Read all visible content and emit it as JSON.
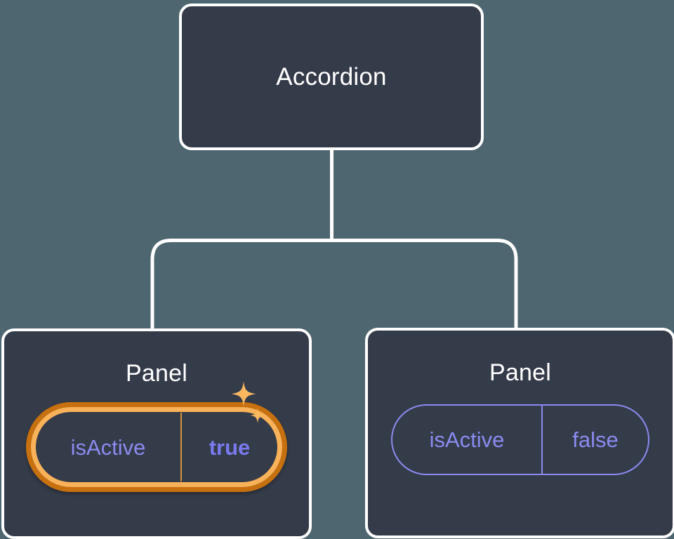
{
  "diagram": {
    "type": "component-tree",
    "background_color": "#4d6670",
    "node_fill_color": "#343b49",
    "node_border_color": "#ffffff",
    "connector_color": "#ffffff",
    "highlight_outer_color": "#c6700f",
    "highlight_inner_color": "#f9b259",
    "prop_text_color": "#8b8bf0",
    "root": {
      "label": "Accordion"
    },
    "children": [
      {
        "label": "Panel",
        "highlighted": true,
        "prop": {
          "key": "isActive",
          "value": "true"
        },
        "sparkle_large": "sparkle-icon",
        "sparkle_small": "sparkle-icon"
      },
      {
        "label": "Panel",
        "highlighted": false,
        "prop": {
          "key": "isActive",
          "value": "false"
        }
      }
    ]
  }
}
